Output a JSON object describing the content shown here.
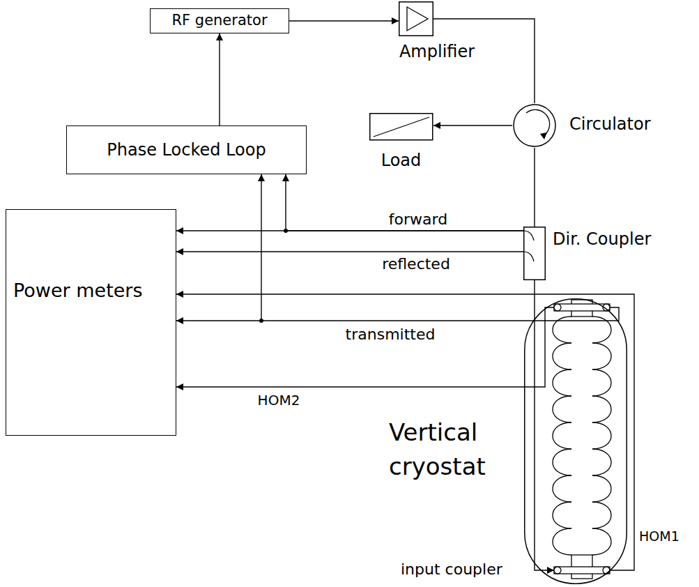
{
  "diagram": {
    "nodes": [
      {
        "text": [
          "RF generator"
        ]
      },
      {
        "text": [
          "Amplifier"
        ]
      },
      {
        "text": [
          "Circulator"
        ]
      },
      {
        "text": [
          "Load"
        ]
      },
      {
        "text": [
          "Phase Locked Loop"
        ]
      },
      {
        "text": [
          "Dir. Coupler"
        ]
      },
      {
        "text": [
          "Power meters"
        ]
      },
      {
        "text": [
          "Vertical cryostat"
        ]
      }
    ],
    "edges": [
      {
        "from": 0,
        "to": 1,
        "arrow": "to"
      },
      {
        "from": 4,
        "to": 0,
        "arrow": "to"
      },
      {
        "from": 1,
        "to": 2,
        "arrow": "none"
      },
      {
        "from": 2,
        "to": 3,
        "arrow": "to"
      },
      {
        "from": 2,
        "to": 5,
        "arrow": "none"
      },
      {
        "from": 5,
        "to": 6,
        "label": "forward",
        "arrow": "to"
      },
      {
        "from": 5,
        "to": 6,
        "label": "reflected",
        "arrow": "to"
      },
      {
        "from": 5,
        "to": 4,
        "arrow": "to"
      },
      {
        "from": 5,
        "to": 7,
        "arrow": "to"
      },
      {
        "from": 7,
        "to": 6,
        "arrow": "to"
      },
      {
        "from": 7,
        "to": 6,
        "label": "transmitted",
        "arrow": "to"
      },
      {
        "from": 7,
        "to": 4,
        "arrow": "to"
      },
      {
        "from": 7,
        "to": 6,
        "label": "HOM2",
        "arrow": "to"
      }
    ],
    "labels": [
      "input coupler",
      "HOM1"
    ]
  }
}
